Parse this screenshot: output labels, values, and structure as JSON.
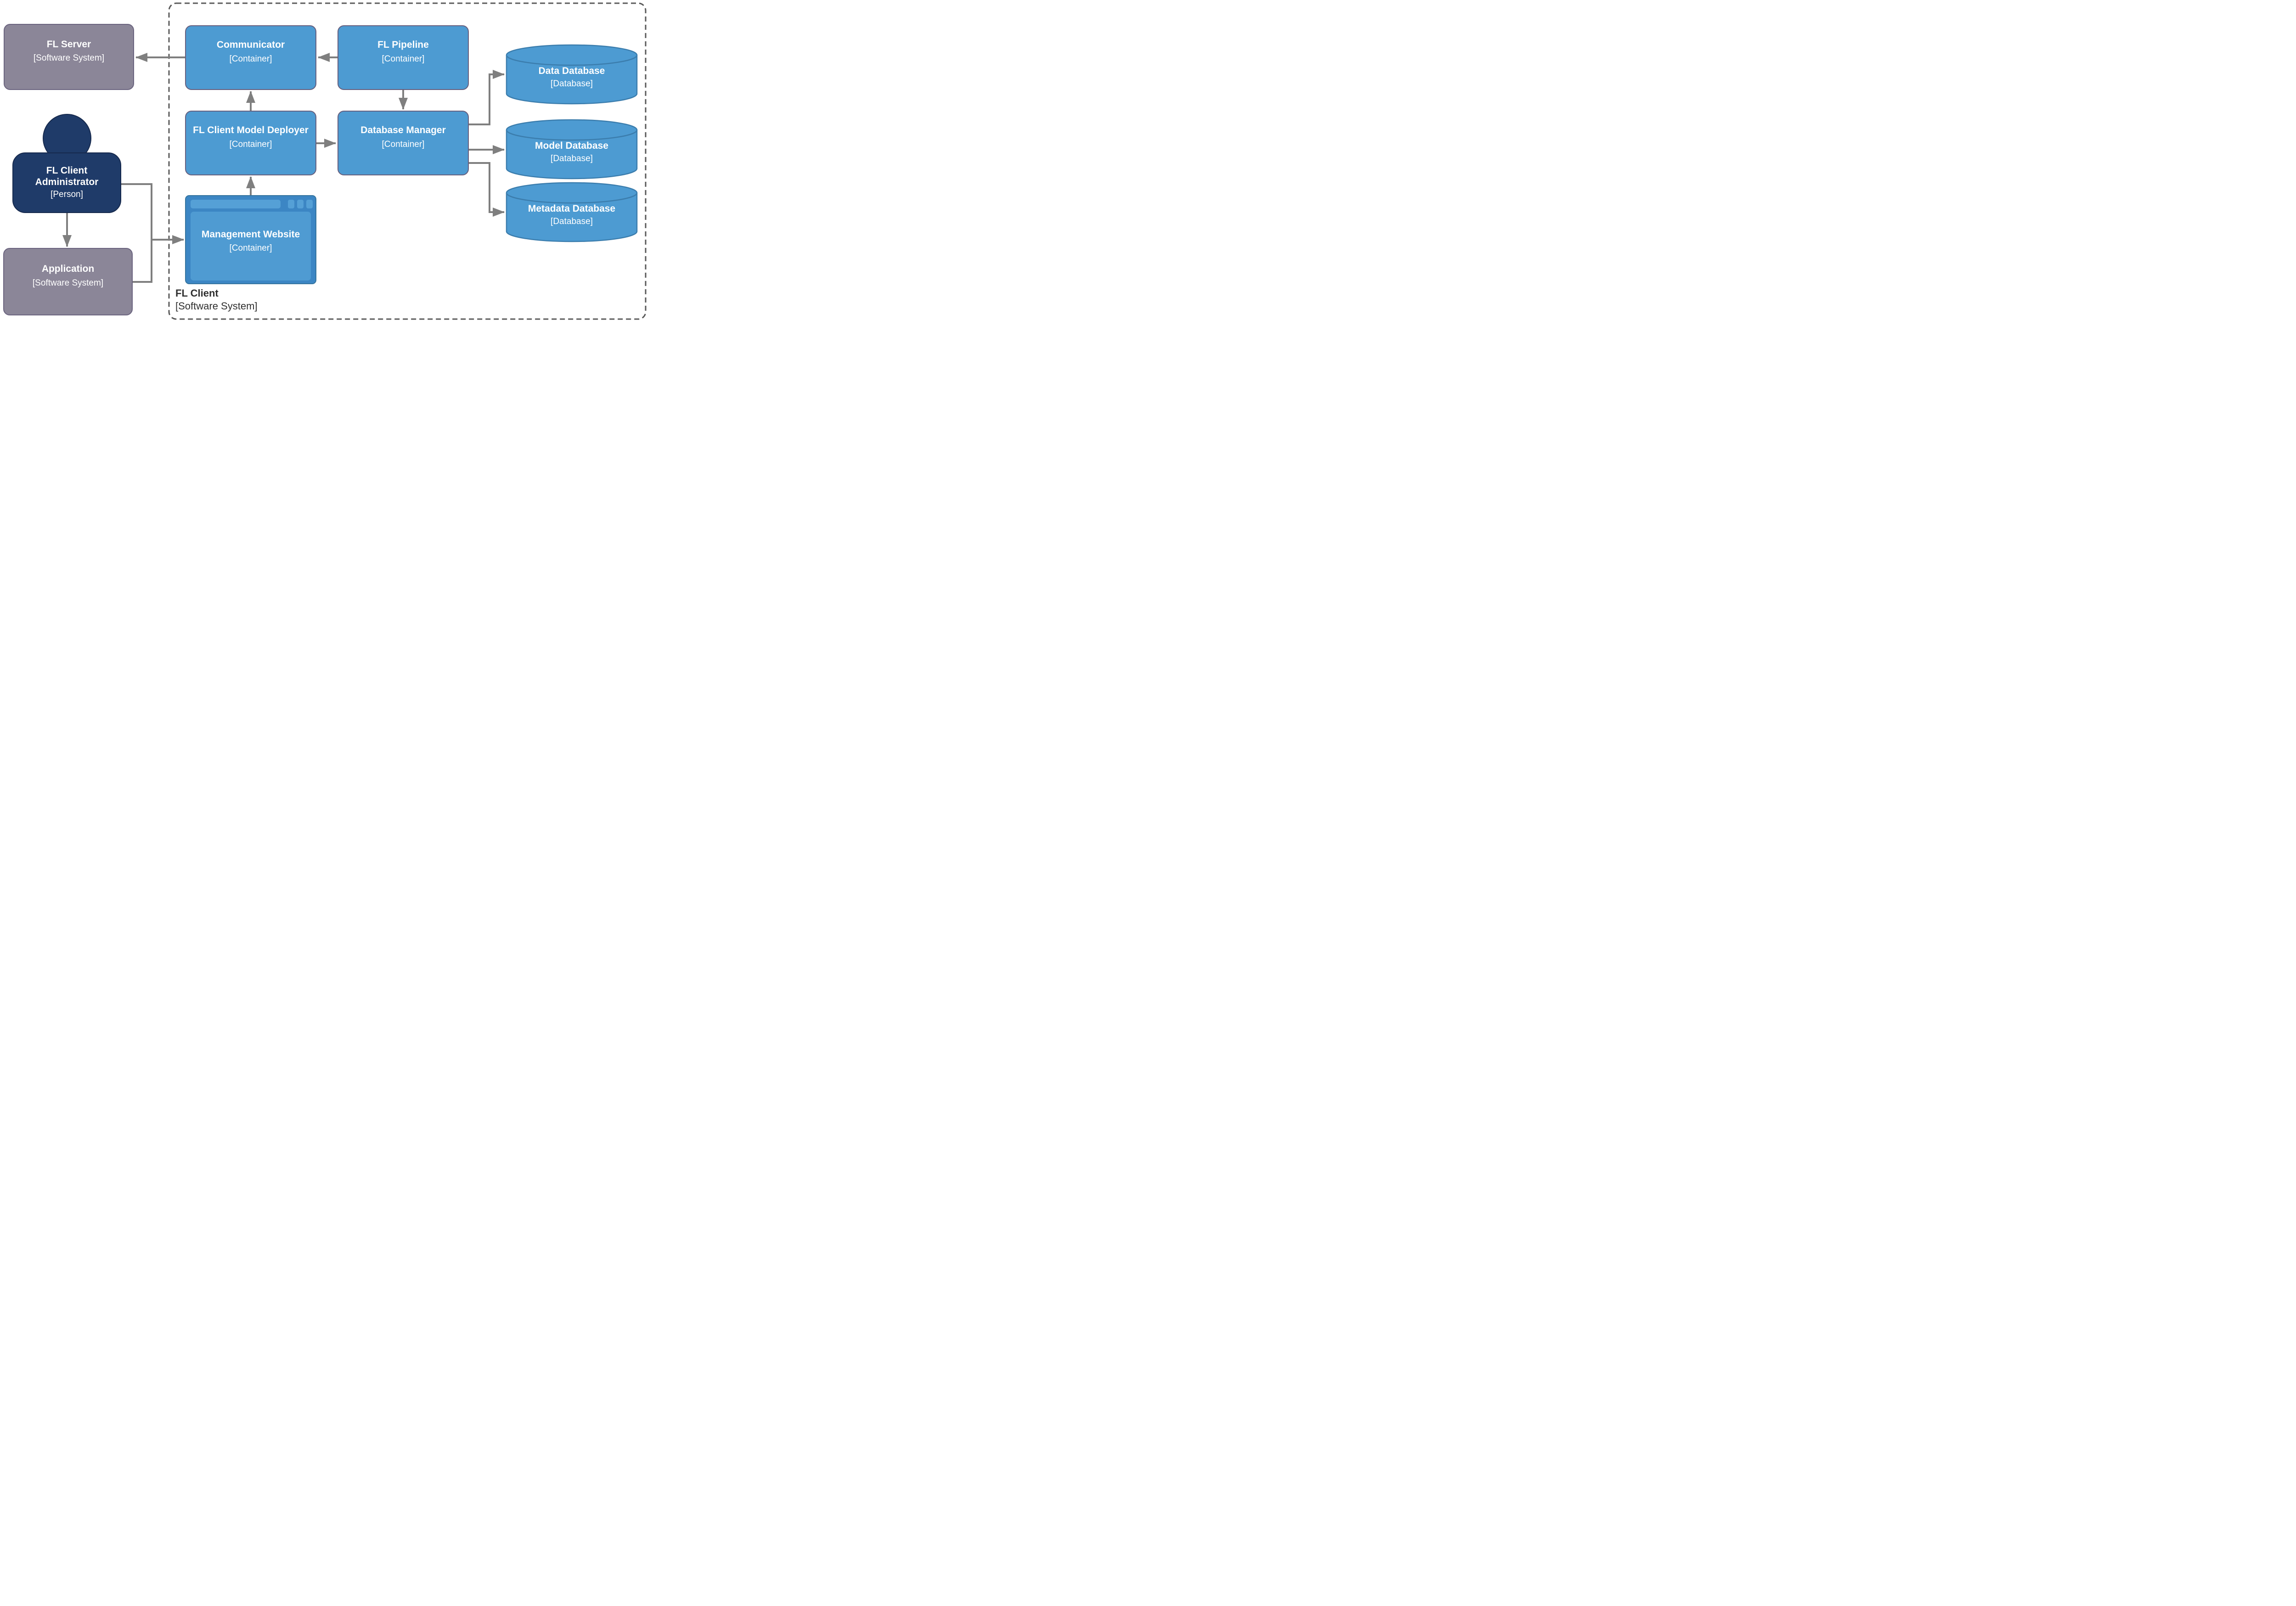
{
  "boundary": {
    "name": "FL Client",
    "type": "[Software System]"
  },
  "nodes": {
    "fl_server": {
      "name": "FL Server",
      "type": "[Software System]"
    },
    "fl_client_administrator": {
      "name": "FL Client Administrator",
      "type": "[Person]"
    },
    "application": {
      "name": "Application",
      "type": "[Software System]"
    },
    "communicator": {
      "name": "Communicator",
      "type": "[Container]"
    },
    "fl_pipeline": {
      "name": "FL Pipeline",
      "type": "[Container]"
    },
    "fl_client_model_deployer": {
      "name": "FL Client Model Deployer",
      "type": "[Container]"
    },
    "database_manager": {
      "name": "Database Manager",
      "type": "[Container]"
    },
    "management_website": {
      "name": "Management Website",
      "type": "[Container]"
    },
    "data_database": {
      "name": "Data Database",
      "type": "[Database]"
    },
    "model_database": {
      "name": "Model Database",
      "type": "[Database]"
    },
    "metadata_database": {
      "name": "Metadata Database",
      "type": "[Database]"
    }
  },
  "edges": [
    {
      "from": "Communicator",
      "to": "FL Server"
    },
    {
      "from": "FL Pipeline",
      "to": "Communicator"
    },
    {
      "from": "FL Pipeline",
      "to": "Database Manager"
    },
    {
      "from": "FL Client Model Deployer",
      "to": "Communicator"
    },
    {
      "from": "FL Client Model Deployer",
      "to": "Database Manager"
    },
    {
      "from": "Management Website",
      "to": "FL Client Model Deployer"
    },
    {
      "from": "FL Client Administrator",
      "to": "Application"
    },
    {
      "from": "FL Client Administrator",
      "to": "Management Website"
    },
    {
      "from": "Application",
      "to": "Management Website"
    },
    {
      "from": "Database Manager",
      "to": "Data Database"
    },
    {
      "from": "Database Manager",
      "to": "Model Database"
    },
    {
      "from": "Database Manager",
      "to": "Metadata Database"
    }
  ],
  "colors": {
    "container_fill": "#4d9bd2",
    "container_border": "#665f7e",
    "external_fill": "#8b8698",
    "external_border": "#6b647f",
    "person_fill": "#1f3b69",
    "person_border": "#16294d",
    "database_fill": "#4d9bd2",
    "database_border": "#3b7dad",
    "browser_frame": "#3c86c4",
    "browser_panel": "#4f9bd2",
    "connector": "#7f7f7f",
    "boundary_dash": "#5a5a5a",
    "boundary_text": "#2f2f2f"
  }
}
